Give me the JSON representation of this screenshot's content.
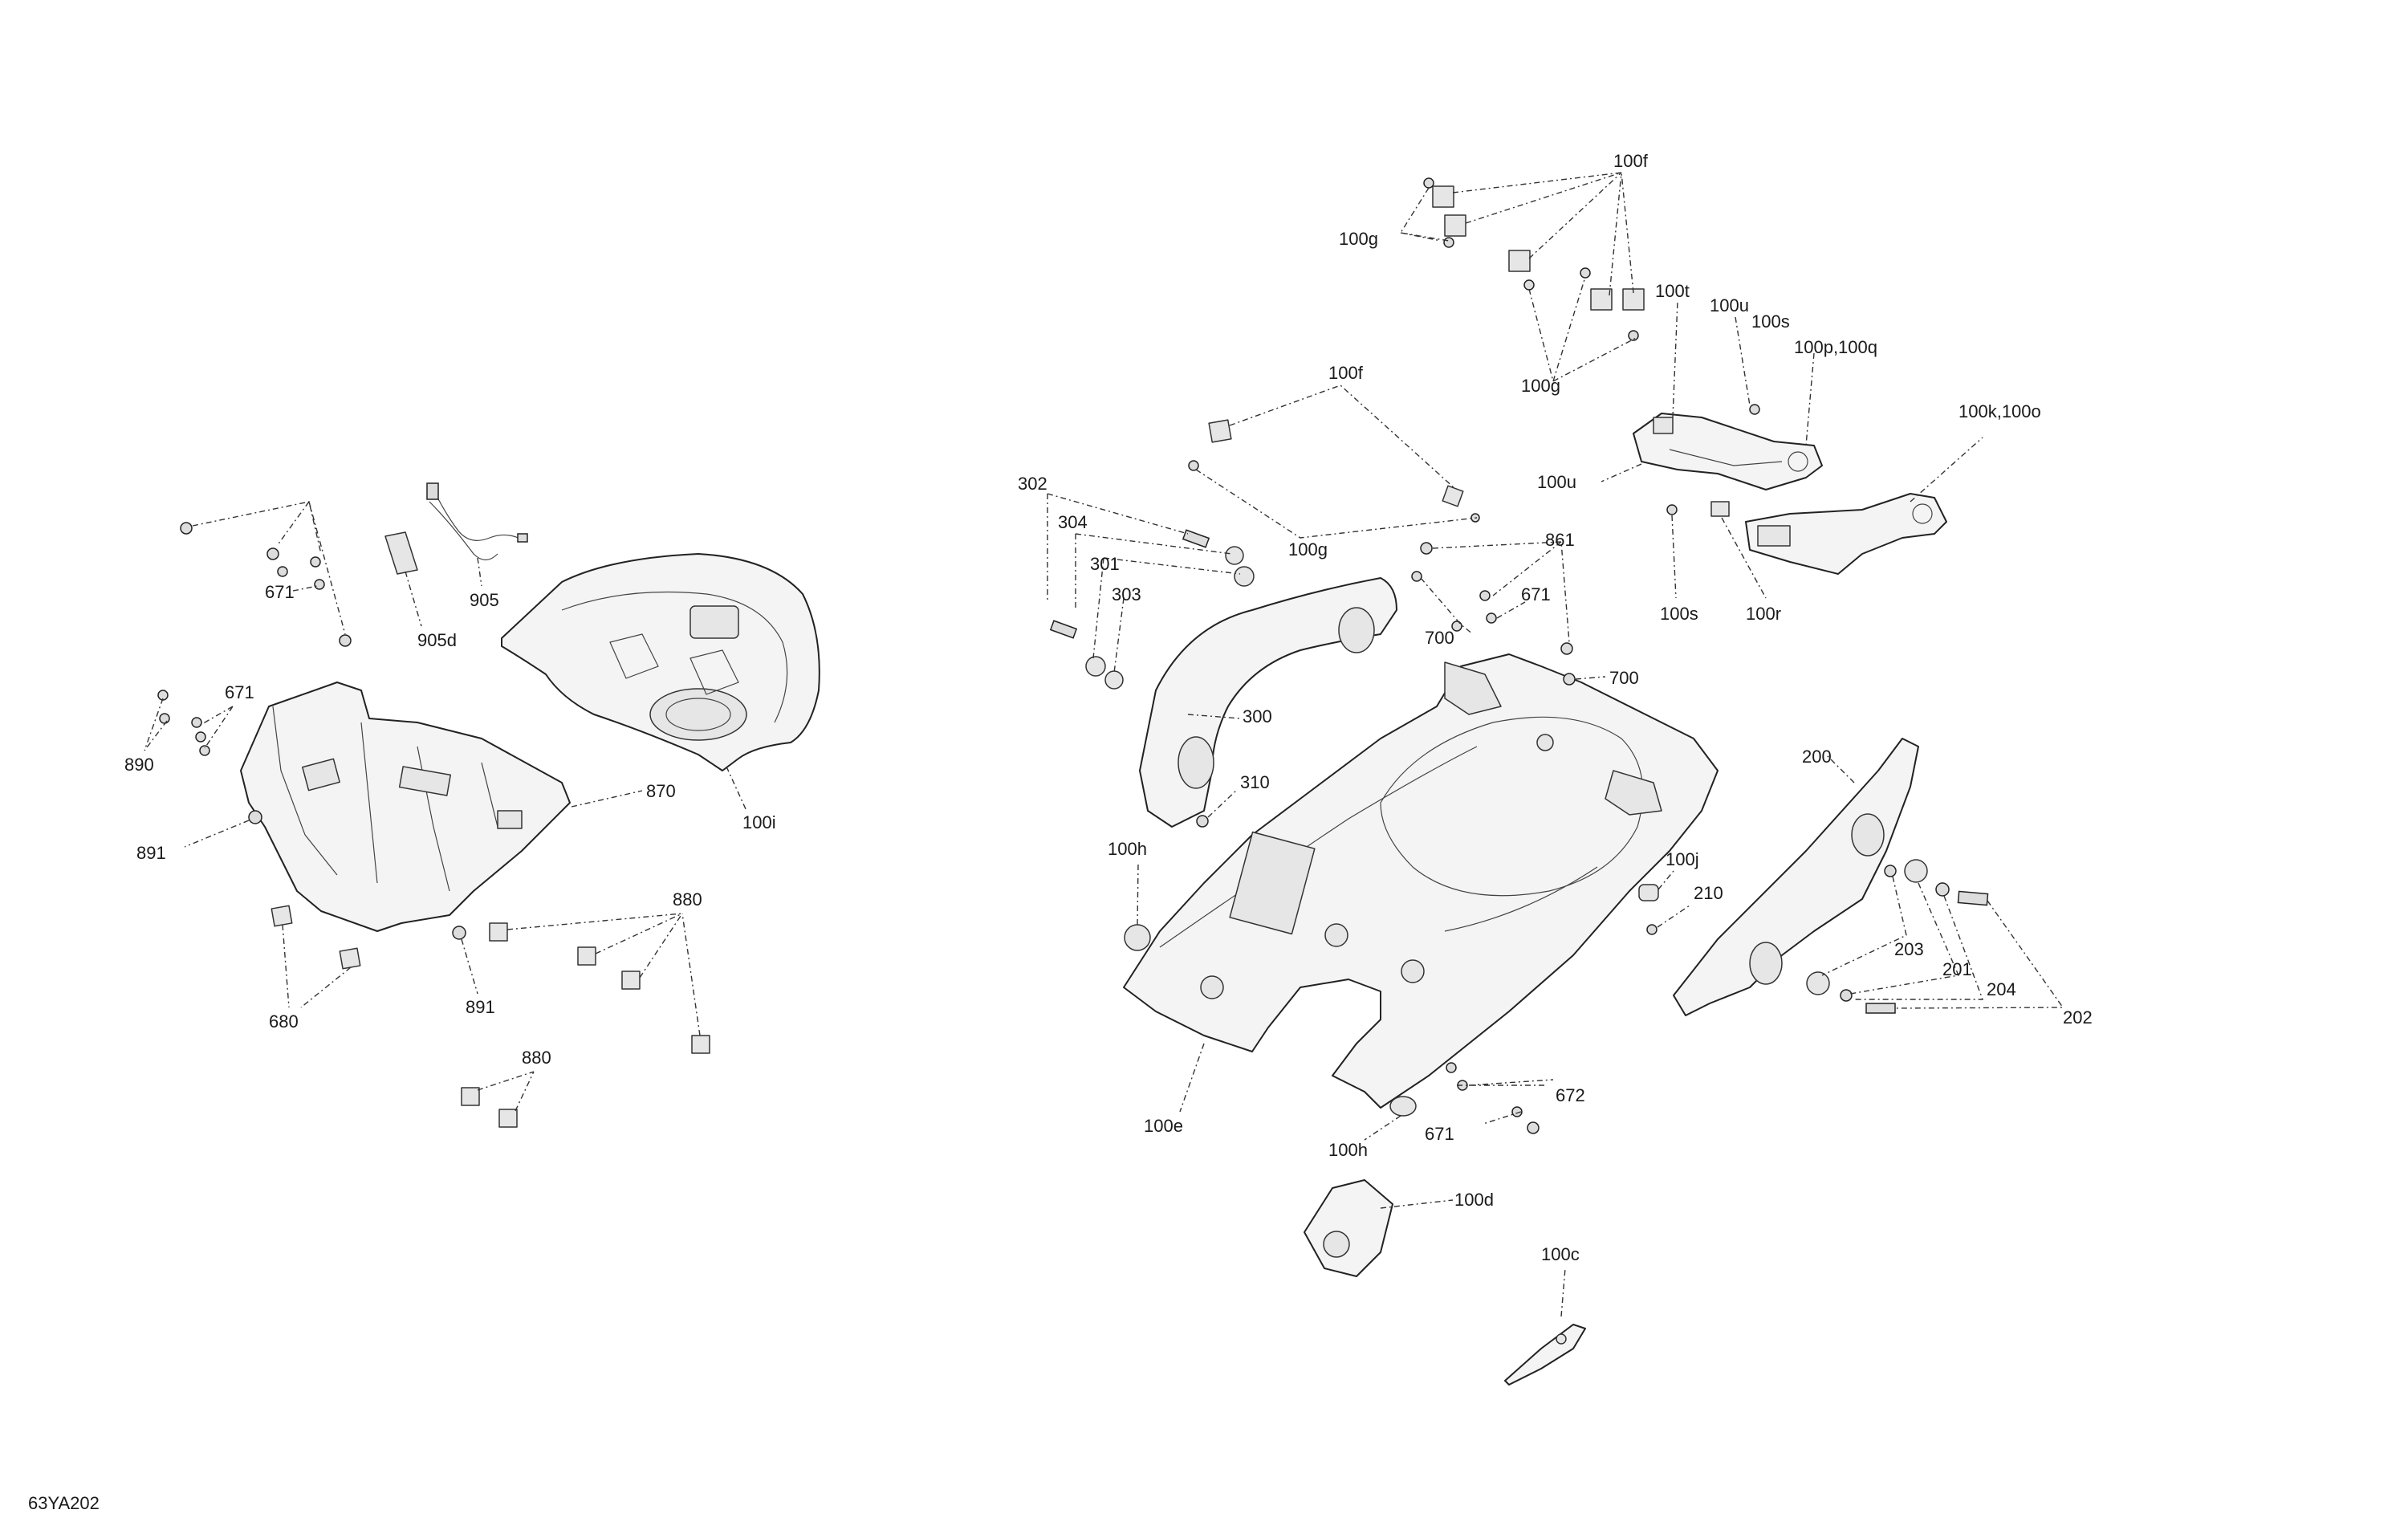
{
  "drawing_code": "63YA202",
  "callouts": [
    {
      "id": "c671a",
      "text": "671"
    },
    {
      "id": "c905",
      "text": "905"
    },
    {
      "id": "c905d",
      "text": "905d"
    },
    {
      "id": "c671b",
      "text": "671"
    },
    {
      "id": "c890",
      "text": "890"
    },
    {
      "id": "c891a",
      "text": "891"
    },
    {
      "id": "c870",
      "text": "870"
    },
    {
      "id": "c100i",
      "text": "100i"
    },
    {
      "id": "c880a",
      "text": "880"
    },
    {
      "id": "c680",
      "text": "680"
    },
    {
      "id": "c891b",
      "text": "891"
    },
    {
      "id": "c880b",
      "text": "880"
    },
    {
      "id": "c100f_top",
      "text": "100f"
    },
    {
      "id": "c100g_a",
      "text": "100g"
    },
    {
      "id": "c100g_b",
      "text": "100g"
    },
    {
      "id": "c100t",
      "text": "100t"
    },
    {
      "id": "c100u_a",
      "text": "100u"
    },
    {
      "id": "c100s_a",
      "text": "100s"
    },
    {
      "id": "c100pq",
      "text": "100p,100q"
    },
    {
      "id": "c100ko",
      "text": "100k,100o"
    },
    {
      "id": "c100u_b",
      "text": "100u"
    },
    {
      "id": "c100s_b",
      "text": "100s"
    },
    {
      "id": "c100r",
      "text": "100r"
    },
    {
      "id": "c100f_mid",
      "text": "100f"
    },
    {
      "id": "c100g_c",
      "text": "100g"
    },
    {
      "id": "c302",
      "text": "302"
    },
    {
      "id": "c304",
      "text": "304"
    },
    {
      "id": "c301",
      "text": "301"
    },
    {
      "id": "c303",
      "text": "303"
    },
    {
      "id": "c861",
      "text": "861"
    },
    {
      "id": "c671c",
      "text": "671"
    },
    {
      "id": "c700a",
      "text": "700"
    },
    {
      "id": "c700b",
      "text": "700"
    },
    {
      "id": "c300",
      "text": "300"
    },
    {
      "id": "c310",
      "text": "310"
    },
    {
      "id": "c100h_a",
      "text": "100h"
    },
    {
      "id": "c200",
      "text": "200"
    },
    {
      "id": "c100j",
      "text": "100j"
    },
    {
      "id": "c210",
      "text": "210"
    },
    {
      "id": "c203",
      "text": "203"
    },
    {
      "id": "c201",
      "text": "201"
    },
    {
      "id": "c204",
      "text": "204"
    },
    {
      "id": "c202",
      "text": "202"
    },
    {
      "id": "c100e",
      "text": "100e"
    },
    {
      "id": "c672",
      "text": "672"
    },
    {
      "id": "c671d",
      "text": "671"
    },
    {
      "id": "c100h_b",
      "text": "100h"
    },
    {
      "id": "c100d",
      "text": "100d"
    },
    {
      "id": "c100c",
      "text": "100c"
    }
  ]
}
